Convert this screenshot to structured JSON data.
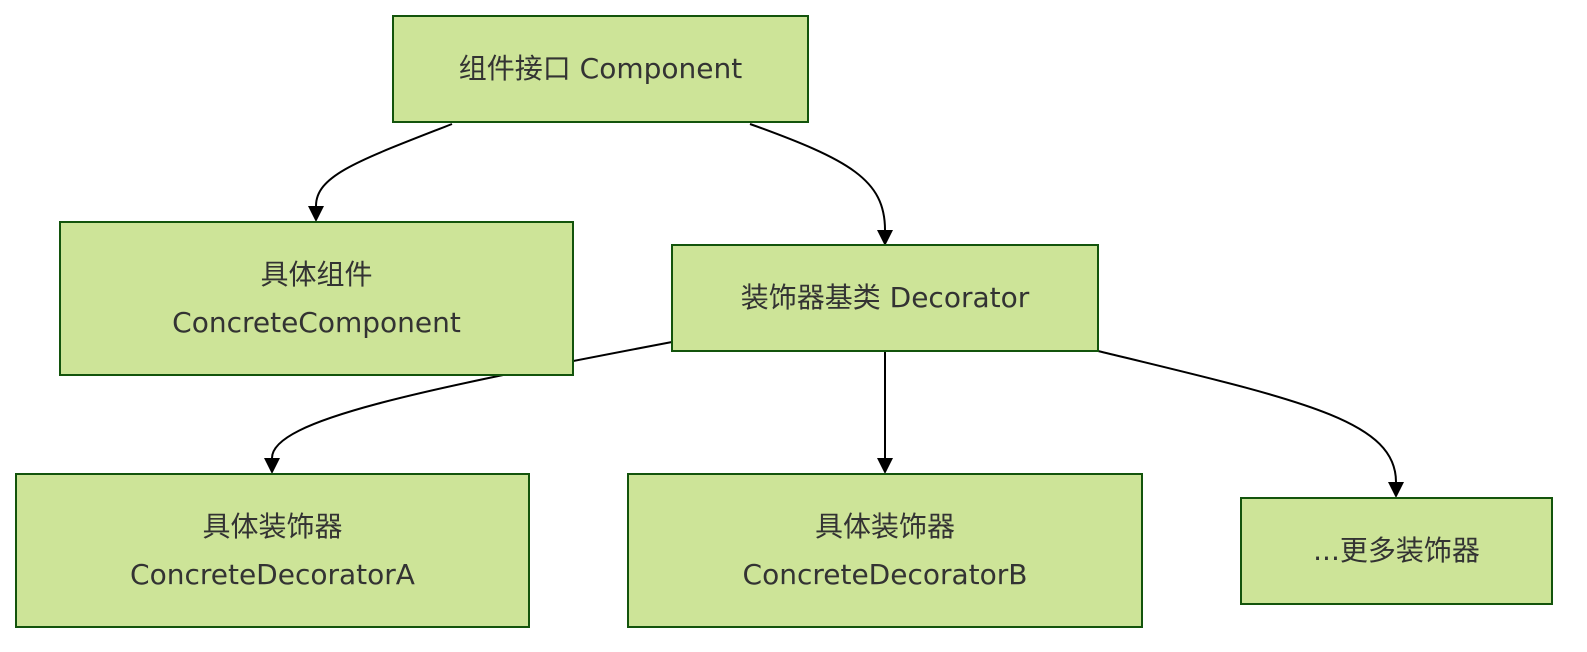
{
  "diagram": {
    "type": "flowchart",
    "style": {
      "node_fill": "#cde498",
      "node_stroke": "#13540c",
      "text_color": "#333333",
      "edge_color": "#000000"
    },
    "nodes": {
      "component": {
        "lines": [
          "组件接口 Component"
        ]
      },
      "concrete_component": {
        "lines": [
          "具体组件",
          "ConcreteComponent"
        ]
      },
      "decorator": {
        "lines": [
          "装饰器基类 Decorator"
        ]
      },
      "decorator_a": {
        "lines": [
          "具体装饰器",
          "ConcreteDecoratorA"
        ]
      },
      "decorator_b": {
        "lines": [
          "具体装饰器",
          "ConcreteDecoratorB"
        ]
      },
      "more": {
        "lines": [
          "...更多装饰器"
        ]
      }
    },
    "edges": [
      {
        "from": "component",
        "to": "concrete_component"
      },
      {
        "from": "component",
        "to": "decorator"
      },
      {
        "from": "decorator",
        "to": "decorator_a"
      },
      {
        "from": "decorator",
        "to": "decorator_b"
      },
      {
        "from": "decorator",
        "to": "more"
      }
    ]
  }
}
